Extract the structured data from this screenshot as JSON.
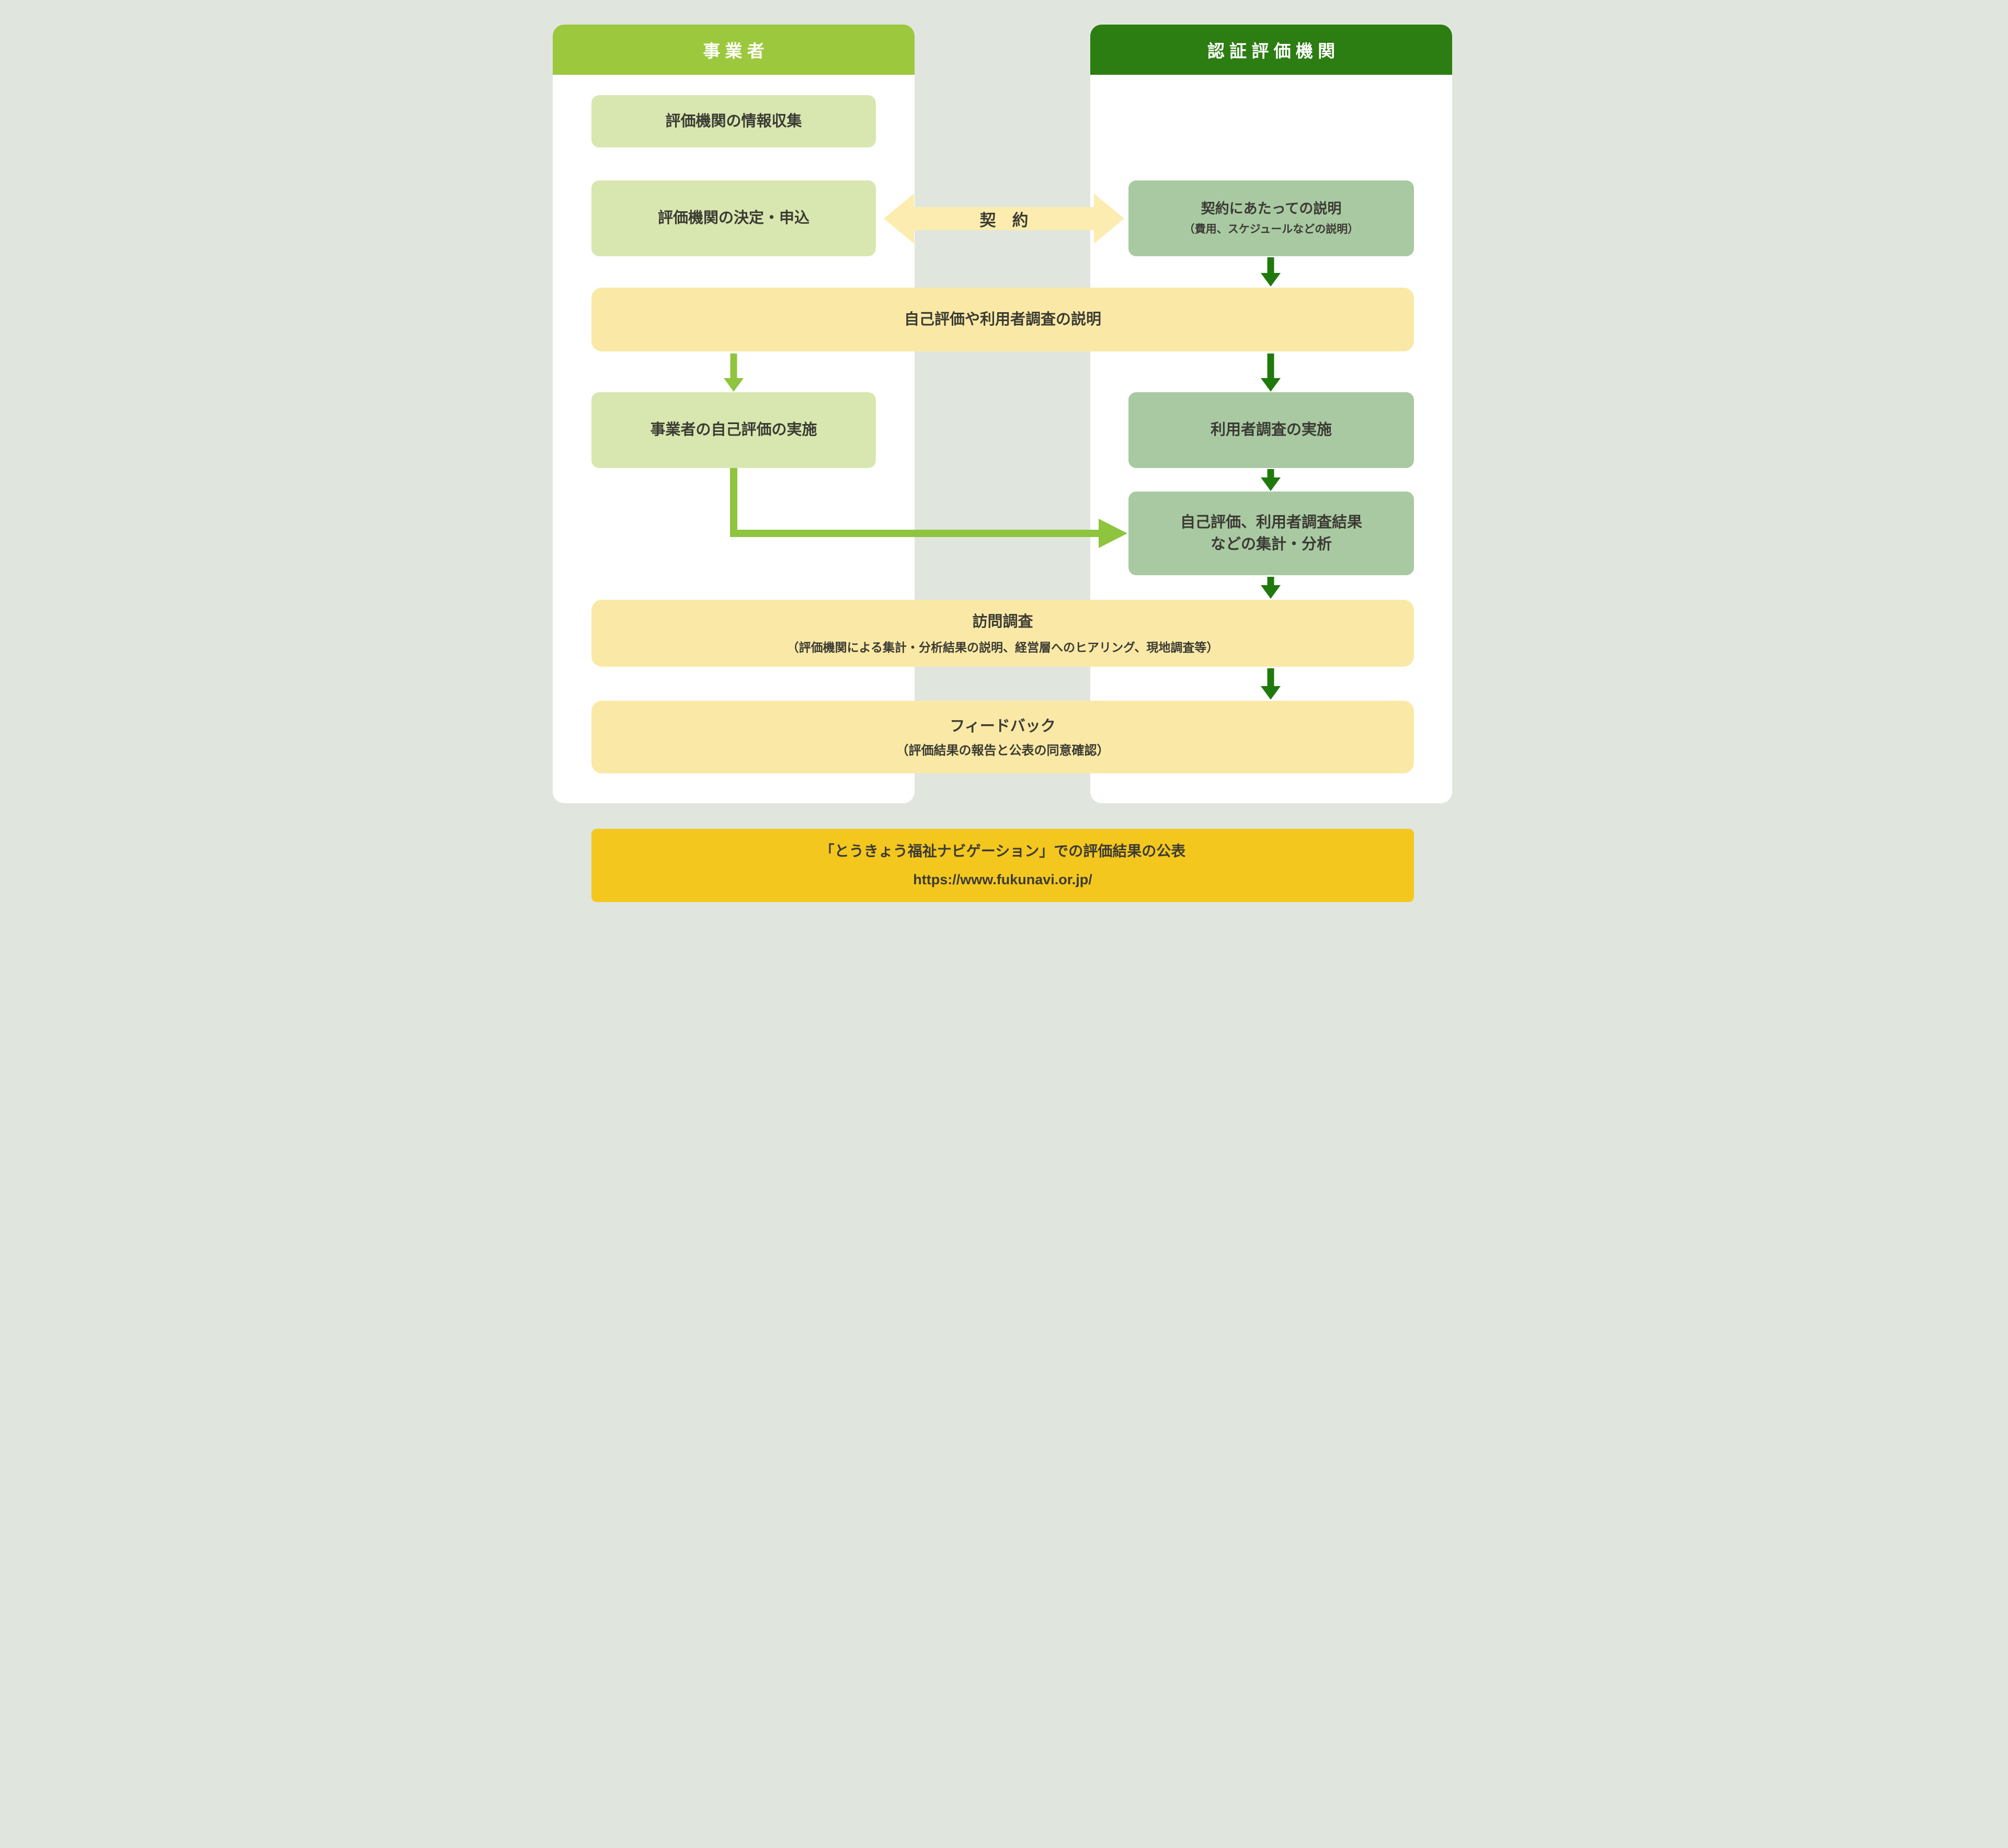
{
  "diagram": {
    "title_implicit": "福祉サービス第三者評価の流れ",
    "columns": {
      "left": {
        "header": "事業者"
      },
      "right": {
        "header": "認証評価機関"
      }
    },
    "nodes": {
      "info_gathering": {
        "label": "評価機関の情報収集"
      },
      "decide_apply": {
        "label": "評価機関の決定・申込"
      },
      "contract": {
        "label": "契　約"
      },
      "contract_explain": {
        "title": "契約にあたっての説明",
        "subtitle": "（費用、スケジュールなどの説明）"
      },
      "survey_explain": {
        "label": "自己評価や利用者調査の説明"
      },
      "self_evaluation": {
        "label": "事業者の自己評価の実施"
      },
      "user_survey": {
        "label": "利用者調査の実施"
      },
      "aggregation": {
        "line1": "自己評価、利用者調査結果",
        "line2": "などの集計・分析"
      },
      "site_visit": {
        "title": "訪問調査",
        "subtitle": "（評価機関による集計・分析結果の説明、経営層へのヒアリング、現地調査等）"
      },
      "feedback": {
        "title": "フィードバック",
        "subtitle": "（評価結果の報告と公表の同意確認）"
      },
      "publication": {
        "title": "「とうきょう福祉ナビゲーション」での評価結果の公表",
        "url": "https://www.fukunavi.or.jp/"
      }
    },
    "colors": {
      "background": "#e0e6dd",
      "panel": "#ffffff",
      "header_left": "#9cc83e",
      "header_right": "#2c7d12",
      "node_lightgreen": "#d8e7b0",
      "node_sage": "#a9c9a2",
      "bar_yellow": "#fae9a6",
      "contract_arrow": "#fcecaf",
      "gold_bar": "#f4c71f",
      "arrow_lightgreen": "#8ec43e",
      "arrow_darkgreen": "#20790d",
      "text": "#3b3b33"
    }
  }
}
